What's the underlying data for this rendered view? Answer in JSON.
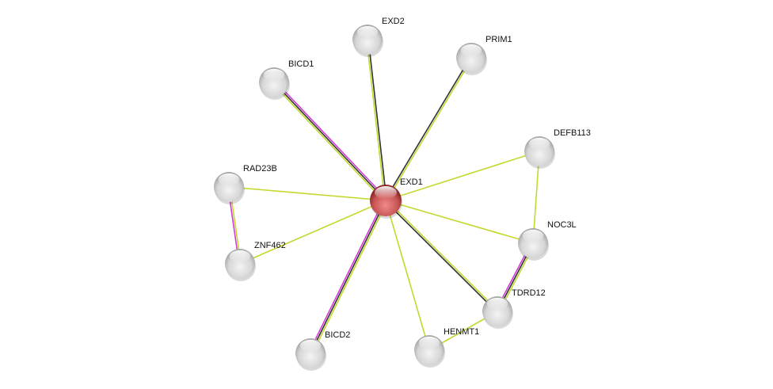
{
  "network": {
    "center": "EXD1",
    "nodes": [
      {
        "id": "EXD1",
        "label": "EXD1",
        "query": true
      },
      {
        "id": "EXD2",
        "label": "EXD2"
      },
      {
        "id": "PRIM1",
        "label": "PRIM1"
      },
      {
        "id": "BICD1",
        "label": "BICD1"
      },
      {
        "id": "DEFB113",
        "label": "DEFB113"
      },
      {
        "id": "RAD23B",
        "label": "RAD23B"
      },
      {
        "id": "ZNF462",
        "label": "ZNF462"
      },
      {
        "id": "NOC3L",
        "label": "NOC3L"
      },
      {
        "id": "TDRD12",
        "label": "TDRD12"
      },
      {
        "id": "HENMT1",
        "label": "HENMT1"
      },
      {
        "id": "BICD2",
        "label": "BICD2"
      }
    ],
    "edges": [
      {
        "a": "EXD1",
        "b": "EXD2",
        "types": [
          "textmining",
          "coexpression"
        ]
      },
      {
        "a": "EXD1",
        "b": "PRIM1",
        "types": [
          "coexpression",
          "textmining"
        ]
      },
      {
        "a": "EXD1",
        "b": "BICD1",
        "types": [
          "textmining",
          "coexpression",
          "experiments"
        ]
      },
      {
        "a": "EXD1",
        "b": "DEFB113",
        "types": [
          "textmining"
        ]
      },
      {
        "a": "EXD1",
        "b": "RAD23B",
        "types": [
          "textmining"
        ]
      },
      {
        "a": "EXD1",
        "b": "ZNF462",
        "types": [
          "textmining"
        ]
      },
      {
        "a": "EXD1",
        "b": "NOC3L",
        "types": [
          "textmining"
        ]
      },
      {
        "a": "EXD1",
        "b": "TDRD12",
        "types": [
          "textmining",
          "coexpression"
        ]
      },
      {
        "a": "EXD1",
        "b": "HENMT1",
        "types": [
          "textmining"
        ]
      },
      {
        "a": "EXD1",
        "b": "BICD2",
        "types": [
          "textmining",
          "coexpression",
          "experiments"
        ]
      },
      {
        "a": "RAD23B",
        "b": "ZNF462",
        "types": [
          "textmining",
          "experiments"
        ]
      },
      {
        "a": "DEFB113",
        "b": "NOC3L",
        "types": [
          "textmining"
        ]
      },
      {
        "a": "NOC3L",
        "b": "TDRD12",
        "types": [
          "textmining",
          "coexpression",
          "experiments"
        ]
      },
      {
        "a": "TDRD12",
        "b": "HENMT1",
        "types": [
          "textmining"
        ]
      }
    ],
    "colors": {
      "textmining": "#c4d82e",
      "coexpression": "#333333",
      "experiments": "#d23ad7",
      "query_node": "#d05a5a",
      "node": "#d8d8d8"
    }
  }
}
